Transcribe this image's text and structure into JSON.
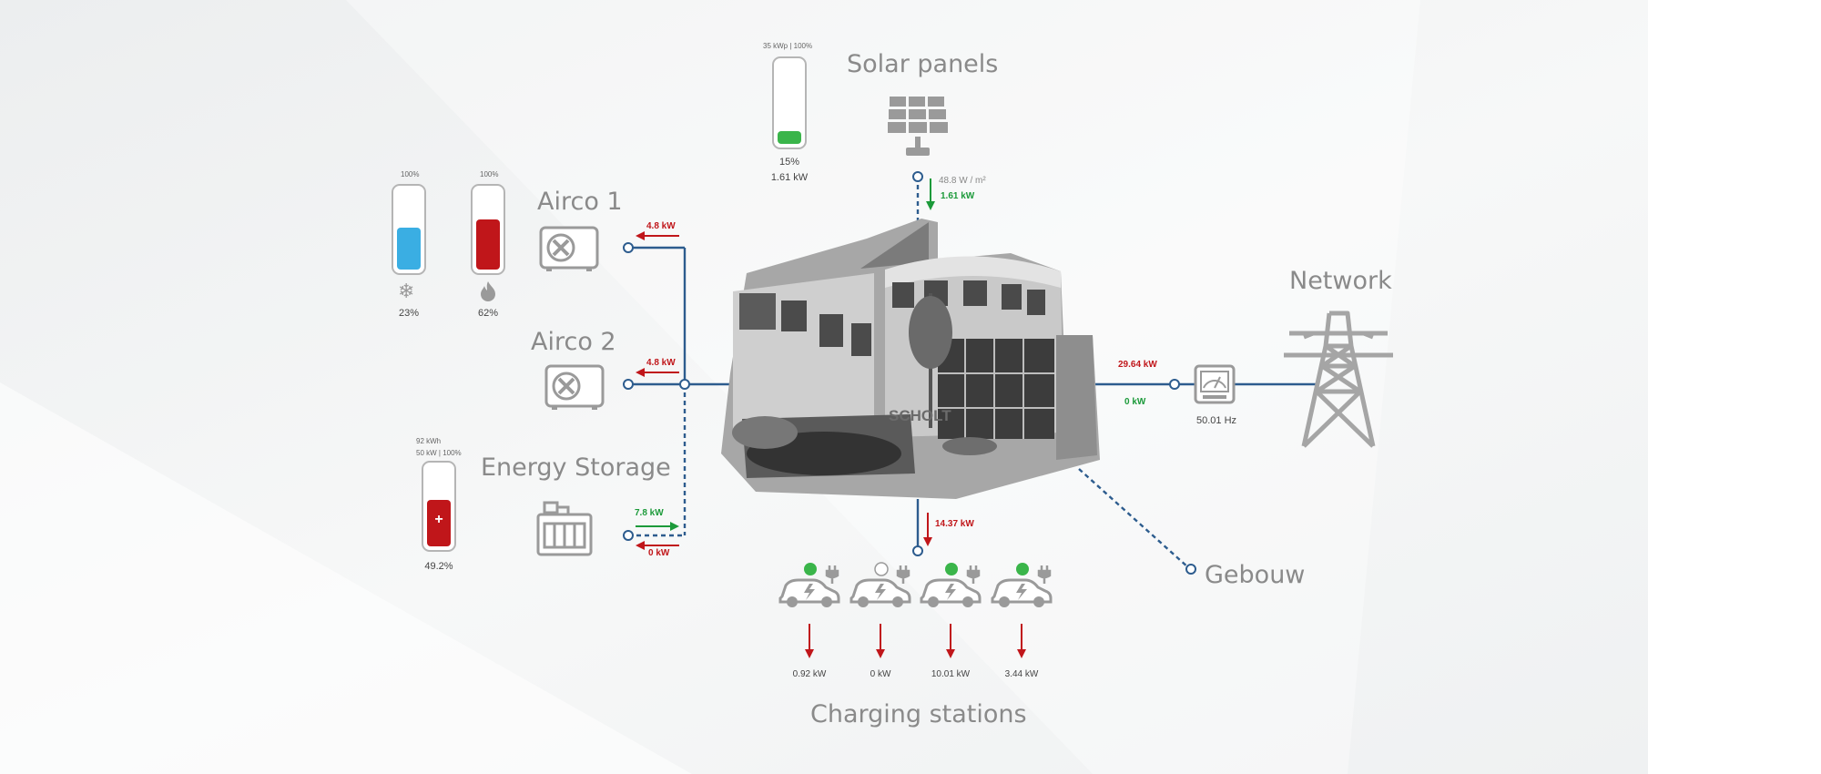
{
  "solar": {
    "title": "Solar panels",
    "capacity_label": "35 kWp | 100%",
    "level": 0.15,
    "percent_label": "15%",
    "power_label": "1.61 kW",
    "irradiance_label": "48.8 W / m²",
    "flow_label": "1.61 kW",
    "color": "#3ab54a"
  },
  "airco1": {
    "title": "Airco 1",
    "flow_label": "4.8 kW"
  },
  "airco2": {
    "title": "Airco 2",
    "flow_label": "4.8 kW"
  },
  "cooling_gauge": {
    "top_label": "100%",
    "level": 0.52,
    "bottom_label": "23%",
    "color": "#3aaee3",
    "icon": "snowflake-icon"
  },
  "heating_gauge": {
    "top_label": "100%",
    "level": 0.62,
    "bottom_label": "62%",
    "color": "#c0161a",
    "icon": "flame-icon"
  },
  "storage": {
    "title": "Energy Storage",
    "capacity_label": "92 kWh",
    "rating_label": "50 kW | 100%",
    "level": 0.58,
    "percent_label": "49.2%",
    "charge_label": "7.8 kW",
    "discharge_label": "0 kW",
    "color": "#c0161a"
  },
  "network": {
    "title": "Network",
    "import_label": "29.64 kW",
    "export_label": "0 kW",
    "frequency_label": "50.01 Hz"
  },
  "building": {
    "title": "Gebouw",
    "sign_text": "SCHOLT"
  },
  "charging": {
    "title": "Charging stations",
    "total_label": "14.37 kW",
    "stations": [
      {
        "power_label": "0.92 kW",
        "status": "active",
        "status_color": "#3ab54a"
      },
      {
        "power_label": "0 kW",
        "status": "idle",
        "status_color": "#ffffff"
      },
      {
        "power_label": "10.01 kW",
        "status": "active",
        "status_color": "#3ab54a"
      },
      {
        "power_label": "3.44 kW",
        "status": "active",
        "status_color": "#3ab54a"
      }
    ]
  },
  "colors": {
    "line": "#2d5c8e",
    "consume": "#c0161a",
    "produce": "#1c9a3a",
    "icon": "#9a9a9a"
  }
}
